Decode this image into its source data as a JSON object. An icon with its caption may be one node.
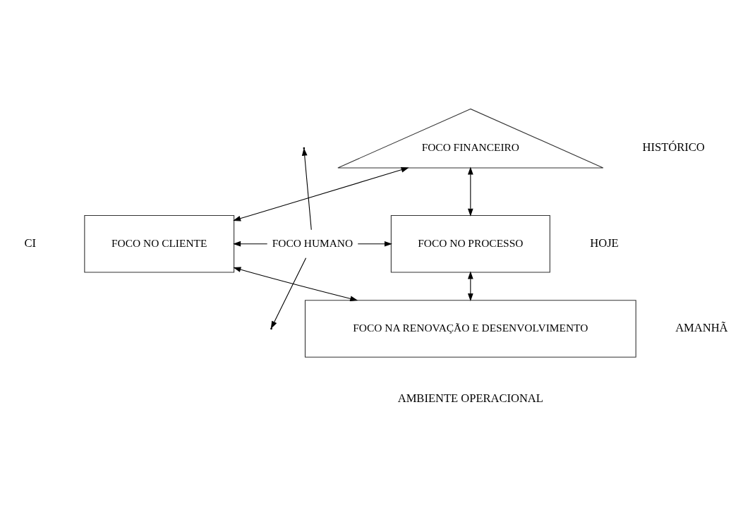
{
  "diagram": {
    "nodes": [
      {
        "text": [
          "FOCO FINANCEIRO"
        ]
      },
      {
        "text": [
          "FOCO NO CLIENTE"
        ]
      },
      {
        "text": [
          "FOCO HUMANO"
        ]
      },
      {
        "text": [
          "FOCO NO PROCESSO"
        ]
      },
      {
        "text": [
          "FOCO NA RENOVAÇÃO E DESENVOLVIMENTO"
        ]
      }
    ],
    "edges": [
      {
        "from": 0,
        "to": 1,
        "arrow": "both"
      },
      {
        "from": 0,
        "to": 3,
        "arrow": "both"
      },
      {
        "from": 2,
        "to": 1,
        "arrow": "to"
      },
      {
        "from": 2,
        "to": 3,
        "arrow": "to"
      },
      {
        "from": 2,
        "to": null,
        "arrow": "to"
      },
      {
        "from": 2,
        "to": null,
        "arrow": "to"
      },
      {
        "from": 1,
        "to": 4,
        "arrow": "both"
      },
      {
        "from": 3,
        "to": 4,
        "arrow": "both"
      }
    ],
    "labels": [
      "HISTÓRICO",
      "HOJE",
      "CI",
      "AMANHÃ",
      "AMBIENTE OPERACIONAL"
    ]
  }
}
